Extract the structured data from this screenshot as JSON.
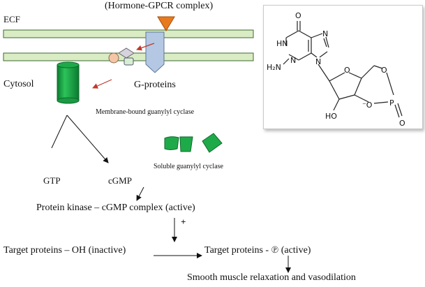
{
  "labels": {
    "complex_title": "(Hormone-GPCR complex)",
    "ecf": "ECF",
    "cytosol": "Cytosol",
    "g_proteins": "G-proteins",
    "membrane_cyclase": "Membrane-bound guanylyl cyclase",
    "soluble_cyclase": "Soluble guanylyl cyclase",
    "gtp": "GTP",
    "cgmp": "cGMP",
    "pk_complex": "Protein kinase – cGMP complex (active)",
    "plus": "+",
    "target_inactive": "Target proteins – OH (inactive)",
    "target_active": "Target proteins - ℗ (active)",
    "outcome": "Smooth muscle relaxation and vasodilation"
  },
  "structure_labels": {
    "o_top": "O",
    "hn": "HN",
    "n_right": "N",
    "n_left": "N",
    "n_bottom": "N",
    "h2n": "H₂N",
    "o_ring": "O",
    "o_link": "O",
    "o_minus": "⁻O",
    "p": "P",
    "o_double": "O",
    "ho": "HO"
  },
  "colors": {
    "membrane": "#d9ecc4",
    "membrane_stroke": "#3e6a32",
    "cyclase_green": "#1faa4a",
    "cyclase_dark": "#0c7a30",
    "receptor_blue": "#b4c8e4",
    "hormone_orange": "#e87a1e",
    "arrow_red": "#c0392b",
    "g_alpha": "#f5c6a5",
    "g_beta": "#d6d3de",
    "g_gamma": "#d7efd0"
  }
}
